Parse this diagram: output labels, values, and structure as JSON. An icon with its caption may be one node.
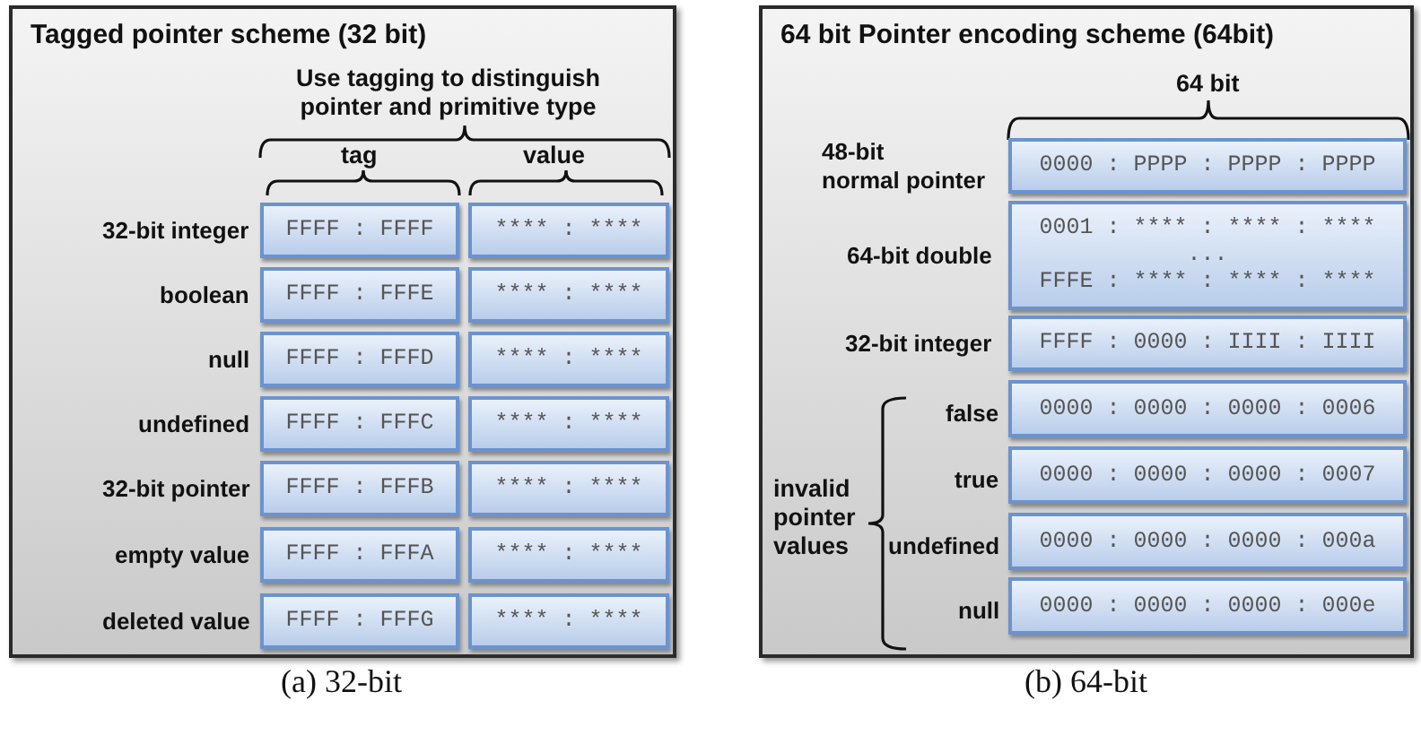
{
  "diagram": {
    "nodes": [
      {
        "text": [
          "Tagged pointer scheme (32 bit)"
        ]
      },
      {
        "text": [
          "FFFF : FFFF"
        ],
        "in": 0,
        "beside": [
          "32-bit integer"
        ]
      },
      {
        "text": [
          "**** : ****"
        ],
        "in": 0
      },
      {
        "text": [
          "FFFF : FFFE"
        ],
        "in": 0,
        "beside": [
          "boolean"
        ]
      },
      {
        "text": [
          "**** : ****"
        ],
        "in": 0
      },
      {
        "text": [
          "FFFF : FFFD"
        ],
        "in": 0,
        "beside": [
          "null"
        ]
      },
      {
        "text": [
          "**** : ****"
        ],
        "in": 0
      },
      {
        "text": [
          "FFFF : FFFC"
        ],
        "in": 0,
        "beside": [
          "undefined"
        ]
      },
      {
        "text": [
          "**** : ****"
        ],
        "in": 0
      },
      {
        "text": [
          "FFFF : FFFB"
        ],
        "in": 0,
        "beside": [
          "32-bit pointer"
        ]
      },
      {
        "text": [
          "**** : ****"
        ],
        "in": 0
      },
      {
        "text": [
          "FFFF : FFFA"
        ],
        "in": 0,
        "beside": [
          "empty value"
        ]
      },
      {
        "text": [
          "**** : ****"
        ],
        "in": 0
      },
      {
        "text": [
          "FFFF : FFFG"
        ],
        "in": 0,
        "beside": [
          "deleted value"
        ]
      },
      {
        "text": [
          "**** : ****"
        ],
        "in": 0
      },
      {
        "text": [
          "64 bit Pointer encoding scheme (64bit)"
        ]
      },
      {
        "text": [
          "0000 : PPPP : PPPP : PPPP"
        ],
        "in": 15,
        "beside": [
          "48-bit normal pointer"
        ]
      },
      {
        "text": [
          "0001 : **** : **** : ****",
          "...",
          "FFFE : **** : **** : ****"
        ],
        "in": 15,
        "beside": [
          "64-bit double"
        ]
      },
      {
        "text": [
          "FFFF : 0000 : IIII : IIII"
        ],
        "in": 15,
        "beside": [
          "32-bit integer"
        ]
      },
      {
        "text": [
          "0000 : 0000 : 0000 : 0006"
        ],
        "in": 15,
        "beside": [
          "false"
        ]
      },
      {
        "text": [
          "0000 : 0000 : 0000 : 0007"
        ],
        "in": 15,
        "beside": [
          "true"
        ]
      },
      {
        "text": [
          "0000 : 0000 : 0000 : 000a"
        ],
        "in": 15,
        "beside": [
          "undefined"
        ]
      },
      {
        "text": [
          "0000 : 0000 : 0000 : 000e"
        ],
        "in": 15,
        "beside": [
          "null"
        ]
      }
    ],
    "labels": [
      "Use tagging to distinguish pointer and primitive type",
      "tag",
      "value",
      "64 bit",
      "invalid pointer values",
      "(a) 32-bit",
      "(b) 64-bit"
    ]
  }
}
